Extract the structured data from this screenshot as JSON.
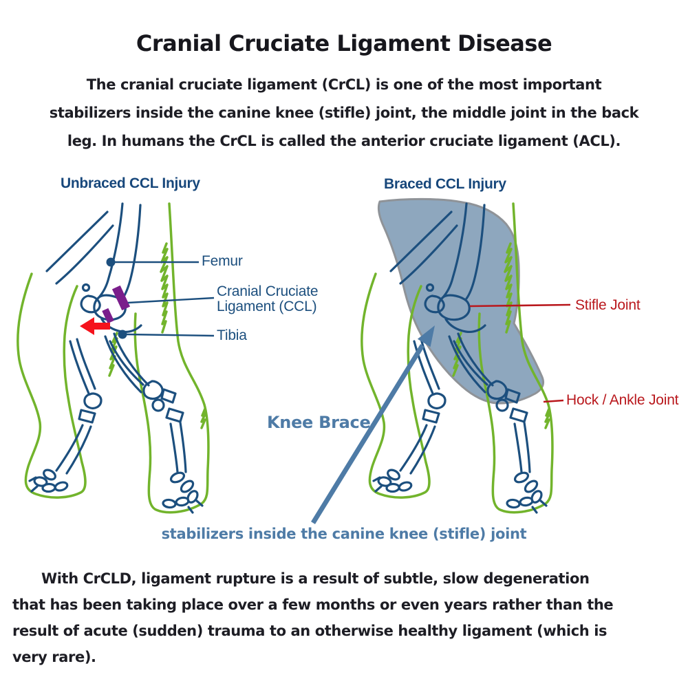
{
  "title": "Cranial Cruciate Ligament Disease",
  "intro_lines": [
    "The cranial cruciate ligament (CrCL) is one of the most important",
    "stabilizers inside the canine knee (stifle) joint, the middle joint in the back",
    "leg. In humans the CrCL is called the anterior cruciate ligament (ACL)."
  ],
  "diagrams": {
    "left": {
      "heading": "Unbraced CCL Injury",
      "labels": {
        "femur": "Femur",
        "ccl_line1": "Cranial Cruciate",
        "ccl_line2": "Ligament (CCL)",
        "tibia": "Tibia"
      }
    },
    "right": {
      "heading": "Braced CCL Injury",
      "labels": {
        "stifle": "Stifle Joint",
        "hock": "Hock / Ankle Joint"
      },
      "brace_label": "Knee Brace"
    }
  },
  "caption": "stabilizers inside the canine knee (stifle) joint",
  "outro_lines": [
    "With CrCLD, ligament rupture is a result of subtle, slow degeneration",
    "that has been taking place over a few months or even years rather than the",
    "result of acute (sudden) trauma to an otherwise healthy ligament (which is",
    "very rare)."
  ],
  "colors": {
    "navy": "#1c4f7e",
    "green": "#72b42c",
    "red_label": "#b9181d",
    "red_arrow": "#f5121c",
    "purple": "#7a1e8b",
    "steel_blue": "#4e7ba6",
    "brace_fill": "#84a0b9",
    "brace_border": "#8f9398",
    "heading_navy": "#17477b"
  }
}
